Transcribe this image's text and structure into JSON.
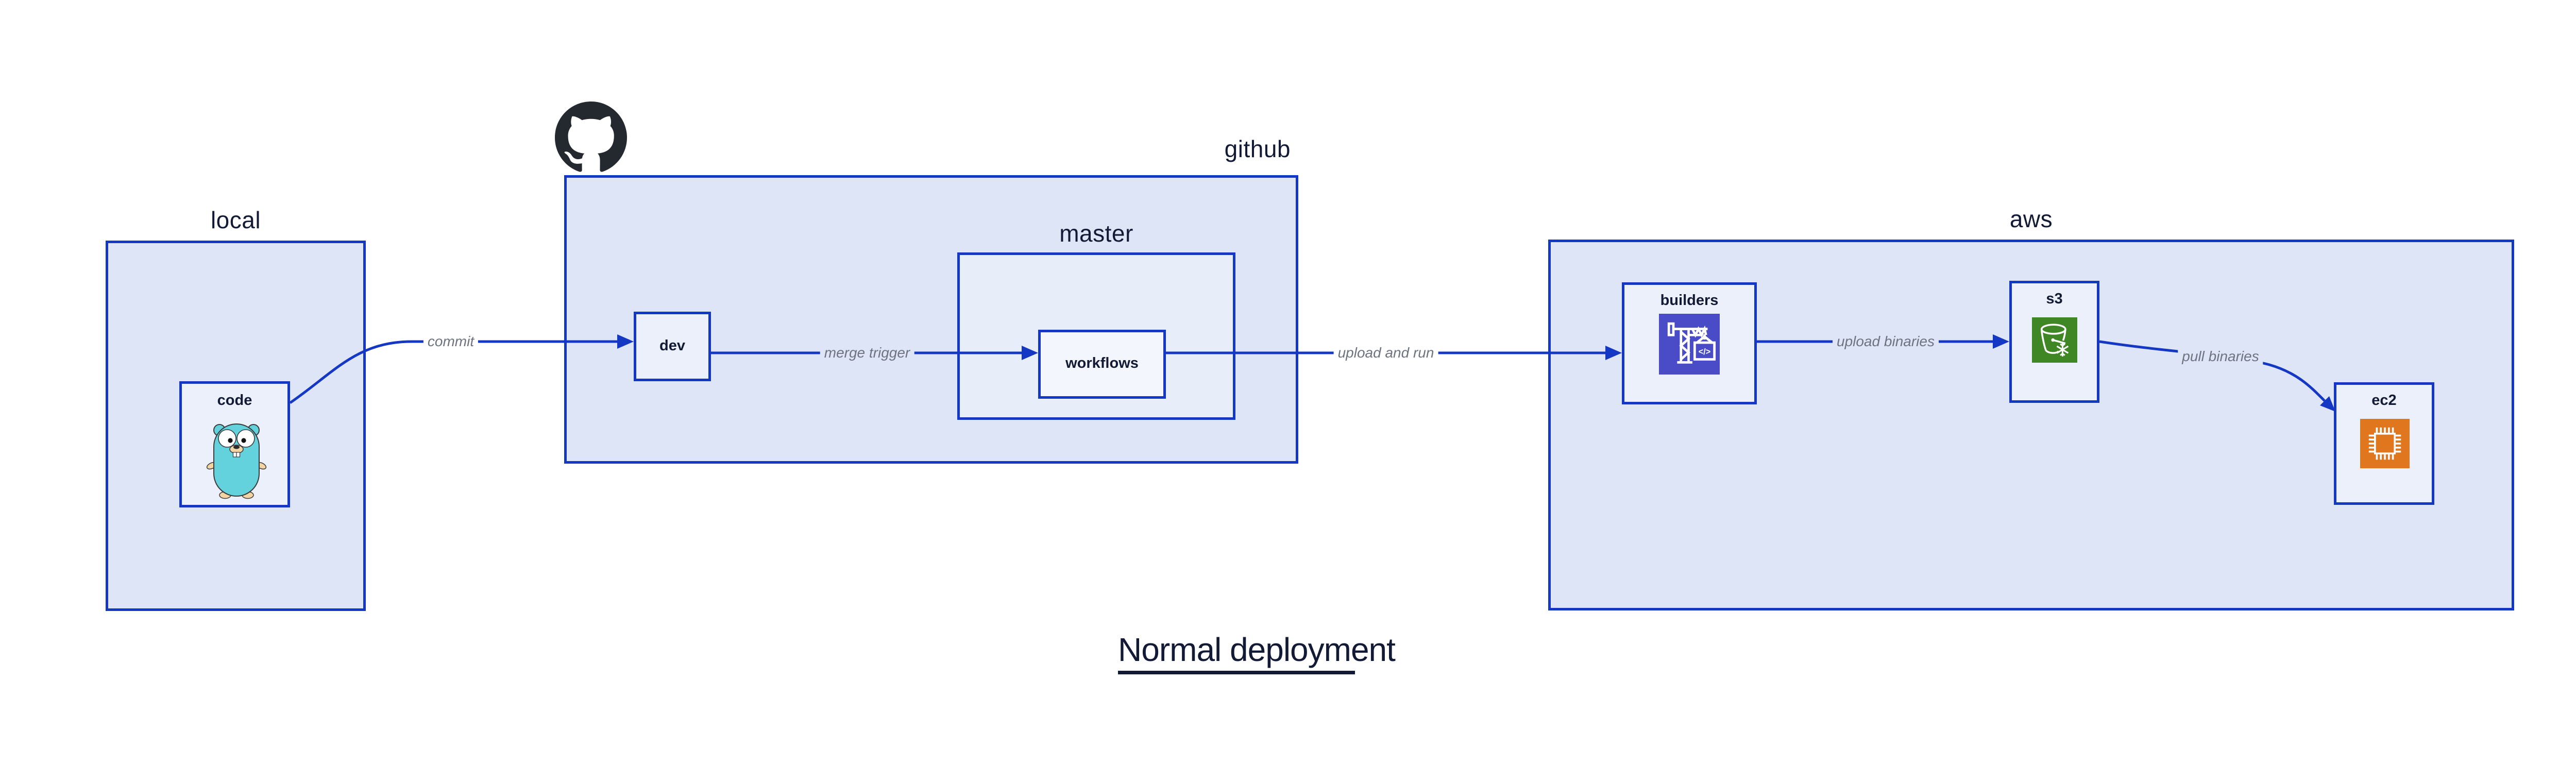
{
  "diagram": {
    "title": "Normal deployment",
    "groups": {
      "local": {
        "label": "local"
      },
      "github": {
        "label": "github"
      },
      "aws": {
        "label": "aws"
      }
    },
    "nodes": {
      "code": {
        "label": "code",
        "icon": "go-gopher-icon"
      },
      "dev": {
        "label": "dev"
      },
      "master": {
        "label": "master"
      },
      "workflows": {
        "label": "workflows"
      },
      "builders": {
        "label": "builders",
        "icon": "aws-codebuild-icon"
      },
      "s3": {
        "label": "s3",
        "icon": "aws-s3-glacier-icon"
      },
      "ec2": {
        "label": "ec2",
        "icon": "aws-ec2-icon"
      }
    },
    "edges": {
      "commit": {
        "label": "commit"
      },
      "merge_trigger": {
        "label": "merge trigger"
      },
      "upload_and_run": {
        "label": "upload and run"
      },
      "upload_binaries": {
        "label": "upload binaries"
      },
      "pull_binaries": {
        "label": "pull binaries"
      }
    },
    "logos": {
      "github": "github-octocat-logo"
    }
  },
  "colors": {
    "line_blue": "#1437c4",
    "group_fill": "#dee5f7",
    "node_fill": "#ecf0fa",
    "master_fill": "#e8edfa",
    "workflows_fill": "#f4f6fd",
    "dark_text": "#131a35",
    "edge_label_gray": "#6e7380",
    "github_black": "#24292f",
    "codebuild_purple": "#4a4bc7",
    "s3_green": "#3f8624",
    "ec2_orange": "#e0761e",
    "gopher_teal": "#63d2dd",
    "canvas_bg": "#ffffff"
  }
}
